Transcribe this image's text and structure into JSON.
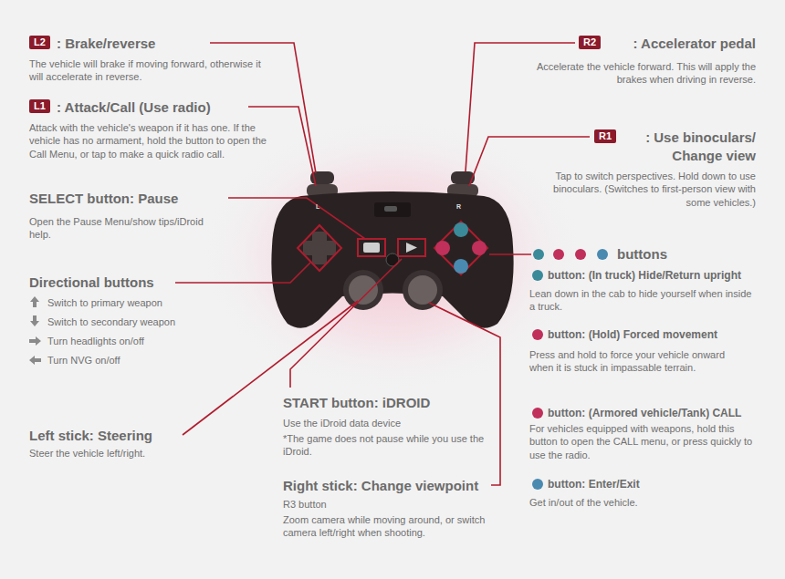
{
  "diagram": {
    "labels": [
      "L2",
      ": Brake/reverse",
      "The vehicle will brake if moving forward, otherwise it will accelerate in reverse.",
      "L1",
      ": Attack/Call (Use radio)",
      "Attack with the vehicle's weapon if it has one. If the vehicle has no armament, hold the button to open the Call Menu, or tap to make a quick radio call.",
      "SELECT button: Pause",
      "Open the Pause Menu/show tips/iDroid help.",
      "Directional buttons",
      "Switch to primary weapon",
      "Switch to secondary weapon",
      "Turn headlights on/off",
      "Turn NVG on/off",
      "Left stick: Steering",
      "Steer the vehicle left/right.",
      "START button: iDROID",
      "Use the iDroid data device",
      "*The game does not pause while you use the iDroid.",
      "Right stick: Change viewpoint",
      "R3 button",
      "Zoom camera while moving around, or switch camera left/right when shooting.",
      "R2",
      ": Accelerator pedal",
      "Accelerate the vehicle forward. This will apply the brakes when driving in reverse.",
      "R1",
      ": Use binoculars/ Change view",
      "Tap to switch perspectives. Hold down to use binoculars. (Switches to first-person view with some vehicles.)",
      "buttons",
      "button: (In truck) Hide/Return upright",
      "Lean down in the cab to hide yourself when inside a truck.",
      "button: (Hold) Forced movement",
      "Press and hold to force your vehicle onward when it is stuck in impassable terrain.",
      "button: (Armored vehicle/Tank) CALL",
      "For vehicles equipped with weapons, hold this button to open the CALL menu, or press quickly to use the radio.",
      "button: Enter/Exit",
      "Get in/out of the vehicle.",
      "L",
      "R"
    ]
  }
}
